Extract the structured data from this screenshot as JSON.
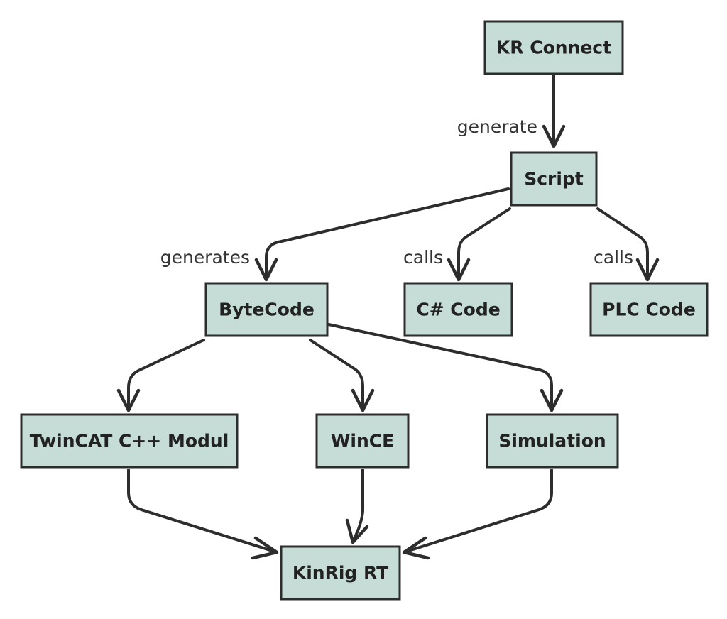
{
  "diagram": {
    "nodes": {
      "kr_connect": "KR Connect",
      "script": "Script",
      "bytecode": "ByteCode",
      "csharp_code": "C# Code",
      "plc_code": "PLC Code",
      "twincat": "TwinCAT C++ Modul",
      "wince": "WinCE",
      "simulation": "Simulation",
      "kinrig_rt": "KinRig RT"
    },
    "edge_labels": {
      "kr_connect_to_script": "generate",
      "script_to_bytecode": "generates",
      "script_to_csharp": "calls",
      "script_to_plc": "calls"
    },
    "edges": [
      {
        "from": "KR Connect",
        "to": "Script",
        "label": "generate"
      },
      {
        "from": "Script",
        "to": "ByteCode",
        "label": "generates"
      },
      {
        "from": "Script",
        "to": "C# Code",
        "label": "calls"
      },
      {
        "from": "Script",
        "to": "PLC Code",
        "label": "calls"
      },
      {
        "from": "ByteCode",
        "to": "TwinCAT C++ Modul",
        "label": ""
      },
      {
        "from": "ByteCode",
        "to": "WinCE",
        "label": ""
      },
      {
        "from": "ByteCode",
        "to": "Simulation",
        "label": ""
      },
      {
        "from": "TwinCAT C++ Modul",
        "to": "KinRig RT",
        "label": ""
      },
      {
        "from": "WinCE",
        "to": "KinRig RT",
        "label": ""
      },
      {
        "from": "Simulation",
        "to": "KinRig RT",
        "label": ""
      }
    ],
    "colors": {
      "node_fill": "#c5ddd6",
      "stroke": "#2d2d2d",
      "text": "#222222"
    }
  }
}
